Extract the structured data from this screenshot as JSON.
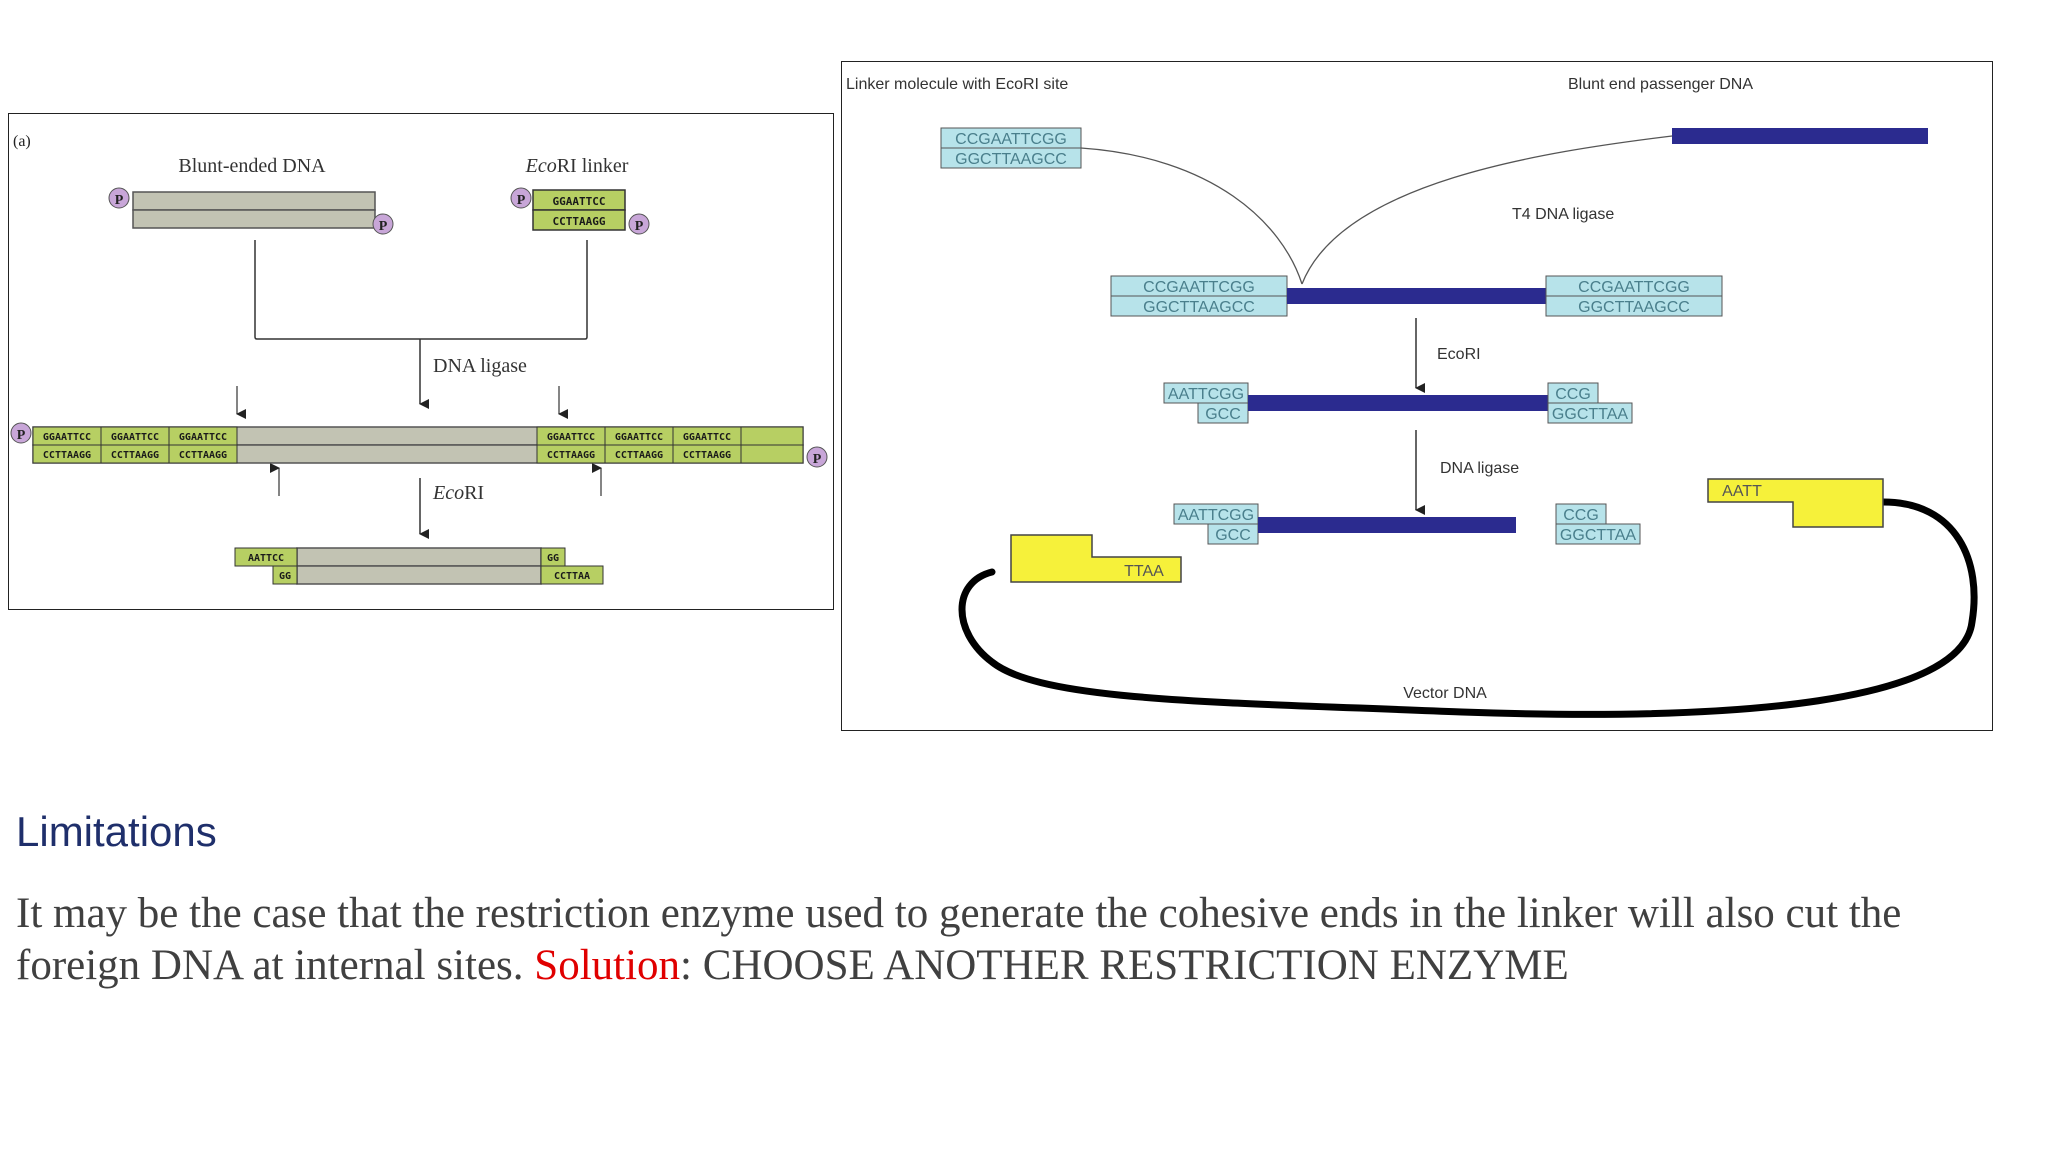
{
  "figure_a": {
    "panel_label": "(a)",
    "blunt_label": "Blunt-ended DNA",
    "linker_label_italic": "Eco",
    "linker_label_rest": "RI linker",
    "phosphate": "P",
    "linker_top": "GGAATTCC",
    "linker_bottom": "CCTTAAGG",
    "ligase_label": "DNA ligase",
    "product_top_left": [
      "GGAATTCC",
      "GGAATTCC",
      "GGAATTCC"
    ],
    "product_bottom_left": [
      "CCTTAAGG",
      "CCTTAAGG",
      "CCTTAAGG"
    ],
    "product_top_right": [
      "GGAATTCC",
      "GGAATTCC",
      "GGAATTCC"
    ],
    "product_bottom_right": [
      "CCTTAAGG",
      "CCTTAAGG",
      "CCTTAAGG"
    ],
    "ecori_label_italic": "Eco",
    "ecori_label_rest": "RI",
    "final_top_left": "AATTCC",
    "final_bottom_left": "GG",
    "final_top_right": "GG",
    "final_bottom_right": "CCTTAA"
  },
  "figure_b": {
    "linker_title": "Linker molecule with EcoRI site",
    "passenger_title": "Blunt end passenger DNA",
    "linker_top": "CCGAATTCGG",
    "linker_bottom": "GGCTTAAGCC",
    "t4_label": "T4 DNA ligase",
    "ecori_label": "EcoRI",
    "cut_left_top": "AATTCGG",
    "cut_left_bottom": "GCC",
    "cut_right_top": "CCG",
    "cut_right_bottom": "GGCTTAA",
    "ligase_label": "DNA ligase",
    "final_left_top": "AATTCGG",
    "final_left_bottom": "GCC",
    "final_right_top": "CCG",
    "final_right_bottom": "GGCTTAA",
    "vector_left": "TTAA",
    "vector_right": "AATT",
    "vector_label": "Vector DNA"
  },
  "text": {
    "heading": "Limitations",
    "body_main": "It may be the case that the restriction enzyme used to generate the cohesive ends in the linker will also cut the foreign DNA at internal sites. ",
    "solution_label": "Solution",
    "solution_text": ": CHOOSE ANOTHER RESTRICTION ENZYME"
  },
  "colors": {
    "linker_green": "#b7cf63",
    "blunt_gray": "#c2c3b3",
    "phosphate_purple": "#c8a6d8",
    "passenger_navy": "#2b2b8f",
    "seq_box_blue": "#b7e3ea",
    "vector_yellow": "#f6f13a",
    "heading_blue": "#1f2f6b",
    "solution_red": "#e00000"
  }
}
